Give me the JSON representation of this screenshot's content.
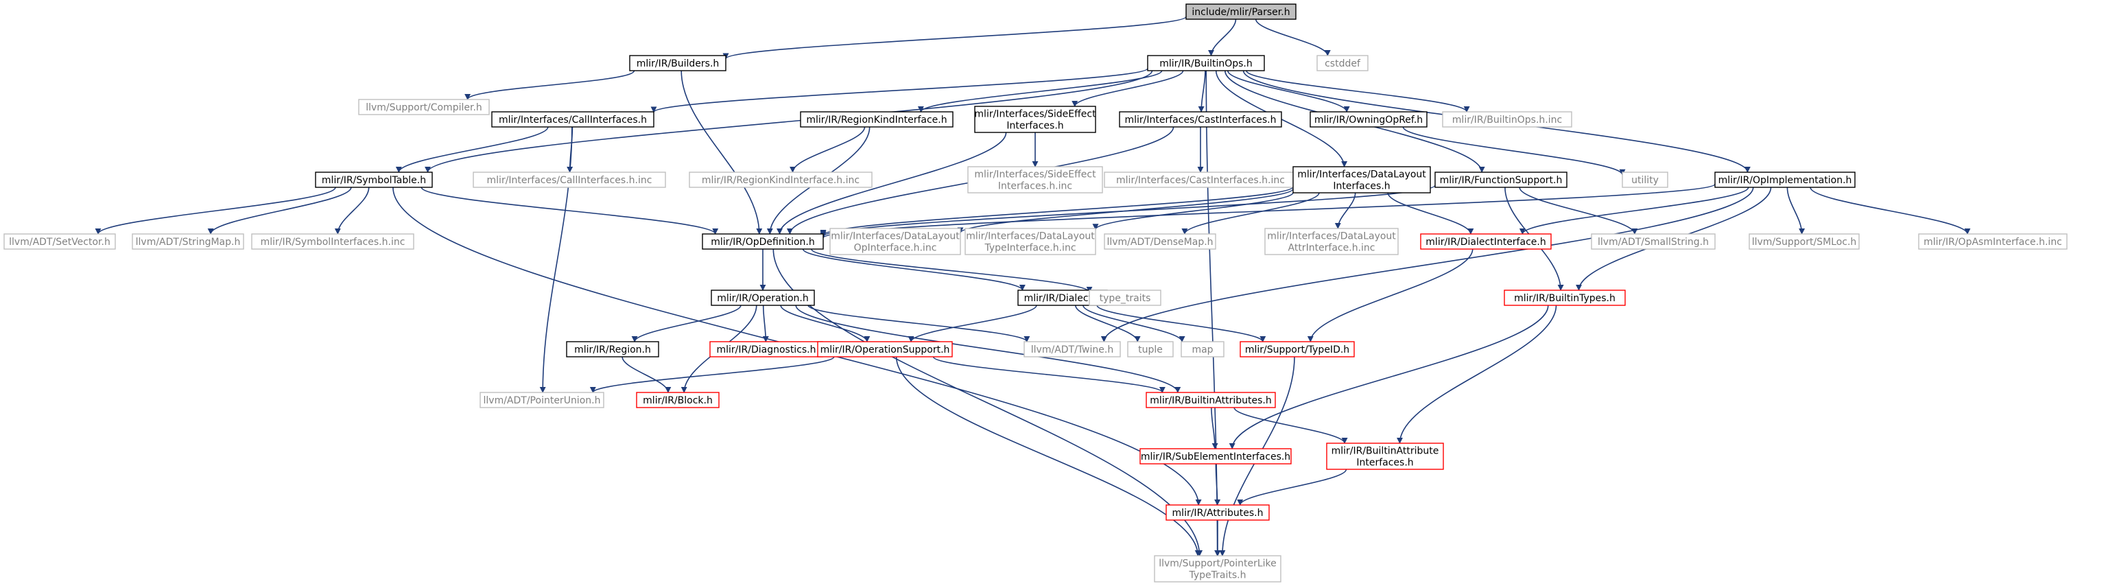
{
  "colors": {
    "edge": "#1f3c7a",
    "node_border_normal": "#000000",
    "node_border_external": "#bfbfbf",
    "node_border_truncated": "#ff0000",
    "root_fill": "#bfbfbf",
    "external_text": "#808080"
  },
  "nodes": [
    {
      "id": "parser",
      "lines": [
        "include/mlir/Parser.h"
      ],
      "kind": "root"
    },
    {
      "id": "builders",
      "lines": [
        "mlir/IR/Builders.h"
      ],
      "kind": "normal"
    },
    {
      "id": "builtinops",
      "lines": [
        "mlir/IR/BuiltinOps.h"
      ],
      "kind": "normal"
    },
    {
      "id": "cstddef",
      "lines": [
        "cstddef"
      ],
      "kind": "external"
    },
    {
      "id": "llvmcompiler",
      "lines": [
        "llvm/Support/Compiler.h"
      ],
      "kind": "external"
    },
    {
      "id": "callinterfaces",
      "lines": [
        "mlir/Interfaces/CallInterfaces.h"
      ],
      "kind": "normal"
    },
    {
      "id": "regionkind",
      "lines": [
        "mlir/IR/RegionKindInterface.h"
      ],
      "kind": "normal"
    },
    {
      "id": "sideeffect",
      "lines": [
        "mlir/Interfaces/SideEffect",
        "Interfaces.h"
      ],
      "kind": "normal"
    },
    {
      "id": "castinterfaces",
      "lines": [
        "mlir/Interfaces/CastInterfaces.h"
      ],
      "kind": "normal"
    },
    {
      "id": "owningopref",
      "lines": [
        "mlir/IR/OwningOpRef.h"
      ],
      "kind": "normal"
    },
    {
      "id": "builtinopsinc",
      "lines": [
        "mlir/IR/BuiltinOps.h.inc"
      ],
      "kind": "external"
    },
    {
      "id": "symboltable",
      "lines": [
        "mlir/IR/SymbolTable.h"
      ],
      "kind": "normal"
    },
    {
      "id": "callinterfacesinc",
      "lines": [
        "mlir/Interfaces/CallInterfaces.h.inc"
      ],
      "kind": "external"
    },
    {
      "id": "regionkindinc",
      "lines": [
        "mlir/IR/RegionKindInterface.h.inc"
      ],
      "kind": "external"
    },
    {
      "id": "sideeffectinc",
      "lines": [
        "mlir/Interfaces/SideEffect",
        "Interfaces.h.inc"
      ],
      "kind": "external"
    },
    {
      "id": "castinterfacesinc",
      "lines": [
        "mlir/Interfaces/CastInterfaces.h.inc"
      ],
      "kind": "external"
    },
    {
      "id": "datalayout",
      "lines": [
        "mlir/Interfaces/DataLayout",
        "Interfaces.h"
      ],
      "kind": "normal"
    },
    {
      "id": "functionsupport",
      "lines": [
        "mlir/IR/FunctionSupport.h"
      ],
      "kind": "normal"
    },
    {
      "id": "utility",
      "lines": [
        "utility"
      ],
      "kind": "external"
    },
    {
      "id": "opimplementation",
      "lines": [
        "mlir/IR/OpImplementation.h"
      ],
      "kind": "normal"
    },
    {
      "id": "setvector",
      "lines": [
        "llvm/ADT/SetVector.h"
      ],
      "kind": "external"
    },
    {
      "id": "stringmap",
      "lines": [
        "llvm/ADT/StringMap.h"
      ],
      "kind": "external"
    },
    {
      "id": "symbolinterfacesinc",
      "lines": [
        "mlir/IR/SymbolInterfaces.h.inc"
      ],
      "kind": "external"
    },
    {
      "id": "opdefinition",
      "lines": [
        "mlir/IR/OpDefinition.h"
      ],
      "kind": "normal"
    },
    {
      "id": "dlopinterface",
      "lines": [
        "mlir/Interfaces/DataLayout",
        "OpInterface.h.inc"
      ],
      "kind": "external"
    },
    {
      "id": "dltypeinterface",
      "lines": [
        "mlir/Interfaces/DataLayout",
        "TypeInterface.h.inc"
      ],
      "kind": "external"
    },
    {
      "id": "densemap",
      "lines": [
        "llvm/ADT/DenseMap.h"
      ],
      "kind": "external"
    },
    {
      "id": "dlattrinterface",
      "lines": [
        "mlir/Interfaces/DataLayout",
        "AttrInterface.h.inc"
      ],
      "kind": "external"
    },
    {
      "id": "dialectinterface",
      "lines": [
        "mlir/IR/DialectInterface.h"
      ],
      "kind": "truncated"
    },
    {
      "id": "smallstring",
      "lines": [
        "llvm/ADT/SmallString.h"
      ],
      "kind": "external"
    },
    {
      "id": "smloc",
      "lines": [
        "llvm/Support/SMLoc.h"
      ],
      "kind": "external"
    },
    {
      "id": "opasminc",
      "lines": [
        "mlir/IR/OpAsmInterface.h.inc"
      ],
      "kind": "external"
    },
    {
      "id": "operation",
      "lines": [
        "mlir/IR/Operation.h"
      ],
      "kind": "normal"
    },
    {
      "id": "dialect",
      "lines": [
        "mlir/IR/Dialect.h"
      ],
      "kind": "normal"
    },
    {
      "id": "typetraits",
      "lines": [
        "type_traits"
      ],
      "kind": "external"
    },
    {
      "id": "builtintypes",
      "lines": [
        "mlir/IR/BuiltinTypes.h"
      ],
      "kind": "truncated"
    },
    {
      "id": "region",
      "lines": [
        "mlir/IR/Region.h"
      ],
      "kind": "normal"
    },
    {
      "id": "diagnostics",
      "lines": [
        "mlir/IR/Diagnostics.h"
      ],
      "kind": "truncated"
    },
    {
      "id": "operationsupport",
      "lines": [
        "mlir/IR/OperationSupport.h"
      ],
      "kind": "truncated"
    },
    {
      "id": "twine",
      "lines": [
        "llvm/ADT/Twine.h"
      ],
      "kind": "external"
    },
    {
      "id": "tuple",
      "lines": [
        "tuple"
      ],
      "kind": "external"
    },
    {
      "id": "map",
      "lines": [
        "map"
      ],
      "kind": "external"
    },
    {
      "id": "typeid",
      "lines": [
        "mlir/Support/TypeID.h"
      ],
      "kind": "truncated"
    },
    {
      "id": "pointerunion",
      "lines": [
        "llvm/ADT/PointerUnion.h"
      ],
      "kind": "external"
    },
    {
      "id": "block",
      "lines": [
        "mlir/IR/Block.h"
      ],
      "kind": "truncated"
    },
    {
      "id": "builtinattributes",
      "lines": [
        "mlir/IR/BuiltinAttributes.h"
      ],
      "kind": "truncated"
    },
    {
      "id": "subelement",
      "lines": [
        "mlir/IR/SubElementInterfaces.h"
      ],
      "kind": "truncated"
    },
    {
      "id": "builtinattrinterfaces",
      "lines": [
        "mlir/IR/BuiltinAttribute",
        "Interfaces.h"
      ],
      "kind": "truncated"
    },
    {
      "id": "attributes",
      "lines": [
        "mlir/IR/Attributes.h"
      ],
      "kind": "truncated"
    },
    {
      "id": "pointerlike",
      "lines": [
        "llvm/Support/PointerLike",
        "TypeTraits.h"
      ],
      "kind": "external"
    }
  ],
  "edges": [
    [
      "parser",
      "builders"
    ],
    [
      "parser",
      "builtinops"
    ],
    [
      "parser",
      "cstddef"
    ],
    [
      "builders",
      "llvmcompiler"
    ],
    [
      "builders",
      "opdefinition"
    ],
    [
      "builtinops",
      "callinterfaces"
    ],
    [
      "builtinops",
      "regionkind"
    ],
    [
      "builtinops",
      "sideeffect"
    ],
    [
      "builtinops",
      "castinterfaces"
    ],
    [
      "builtinops",
      "owningopref"
    ],
    [
      "builtinops",
      "builtinopsinc"
    ],
    [
      "builtinops",
      "symboltable"
    ],
    [
      "builtinops",
      "datalayout"
    ],
    [
      "builtinops",
      "functionsupport"
    ],
    [
      "builtinops",
      "opimplementation"
    ],
    [
      "builtinops",
      "pointerlike"
    ],
    [
      "callinterfaces",
      "symboltable"
    ],
    [
      "callinterfaces",
      "callinterfacesinc"
    ],
    [
      "callinterfaces",
      "pointerunion"
    ],
    [
      "regionkind",
      "regionkindinc"
    ],
    [
      "regionkind",
      "opdefinition"
    ],
    [
      "sideeffect",
      "sideeffectinc"
    ],
    [
      "sideeffect",
      "opdefinition"
    ],
    [
      "castinterfaces",
      "castinterfacesinc"
    ],
    [
      "castinterfaces",
      "opdefinition"
    ],
    [
      "owningopref",
      "utility"
    ],
    [
      "symboltable",
      "setvector"
    ],
    [
      "symboltable",
      "stringmap"
    ],
    [
      "symboltable",
      "symbolinterfacesinc"
    ],
    [
      "symboltable",
      "opdefinition"
    ],
    [
      "symboltable",
      "attributes"
    ],
    [
      "datalayout",
      "opdefinition"
    ],
    [
      "datalayout",
      "dlopinterface"
    ],
    [
      "datalayout",
      "dltypeinterface"
    ],
    [
      "datalayout",
      "densemap"
    ],
    [
      "datalayout",
      "dlattrinterface"
    ],
    [
      "datalayout",
      "dialectinterface"
    ],
    [
      "functionsupport",
      "opdefinition"
    ],
    [
      "functionsupport",
      "smallstring"
    ],
    [
      "functionsupport",
      "builtintypes"
    ],
    [
      "opimplementation",
      "opdefinition"
    ],
    [
      "opimplementation",
      "dialectinterface"
    ],
    [
      "opimplementation",
      "smloc"
    ],
    [
      "opimplementation",
      "opasminc"
    ],
    [
      "opimplementation",
      "builtintypes"
    ],
    [
      "opimplementation",
      "twine"
    ],
    [
      "opdefinition",
      "operation"
    ],
    [
      "opdefinition",
      "dialect"
    ],
    [
      "opdefinition",
      "typetraits"
    ],
    [
      "opdefinition",
      "pointerlike"
    ],
    [
      "operation",
      "region"
    ],
    [
      "operation",
      "diagnostics"
    ],
    [
      "operation",
      "operationsupport"
    ],
    [
      "operation",
      "twine"
    ],
    [
      "operation",
      "block"
    ],
    [
      "operation",
      "builtinattributes"
    ],
    [
      "dialect",
      "operationsupport"
    ],
    [
      "dialect",
      "tuple"
    ],
    [
      "dialect",
      "map"
    ],
    [
      "dialect",
      "typeid"
    ],
    [
      "region",
      "block"
    ],
    [
      "operationsupport",
      "pointerunion"
    ],
    [
      "operationsupport",
      "builtinattributes"
    ],
    [
      "operationsupport",
      "pointerlike"
    ],
    [
      "dialectinterface",
      "typeid"
    ],
    [
      "builtintypes",
      "subelement"
    ],
    [
      "builtintypes",
      "builtinattrinterfaces"
    ],
    [
      "typeid",
      "pointerlike"
    ],
    [
      "builtinattributes",
      "subelement"
    ],
    [
      "builtinattributes",
      "builtinattrinterfaces"
    ],
    [
      "subelement",
      "attributes"
    ],
    [
      "builtinattrinterfaces",
      "attributes"
    ],
    [
      "attributes",
      "pointerlike"
    ]
  ]
}
